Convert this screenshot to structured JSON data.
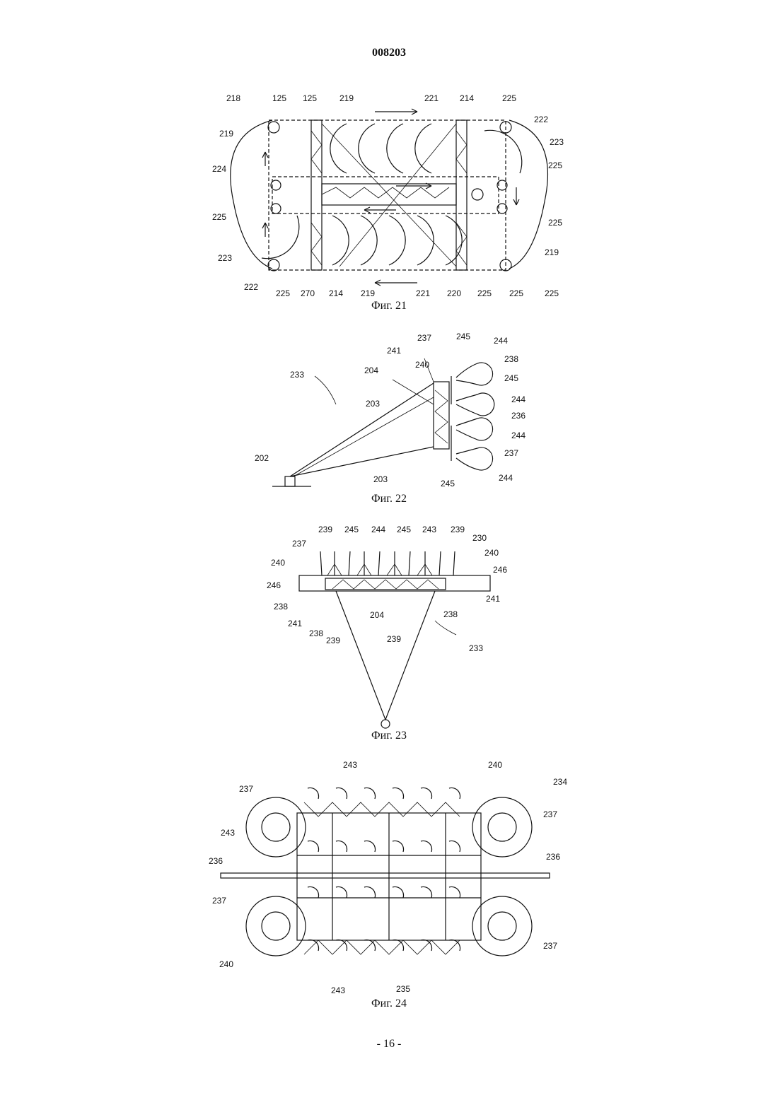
{
  "header": {
    "doc_number": "008203"
  },
  "figures": [
    {
      "caption": "Фиг. 21",
      "labels": [
        "218",
        "125",
        "125",
        "219",
        "221",
        "214",
        "225",
        "219",
        "222",
        "223",
        "224",
        "225",
        "225",
        "225",
        "223",
        "225",
        "219",
        "222",
        "225",
        "270",
        "214",
        "219",
        "221",
        "220",
        "225",
        "225"
      ]
    },
    {
      "caption": "Фиг. 22",
      "labels": [
        "233",
        "237",
        "245",
        "244",
        "241",
        "240",
        "238",
        "204",
        "245",
        "244",
        "203",
        "236",
        "244",
        "202",
        "203",
        "237",
        "245",
        "244"
      ]
    },
    {
      "caption": "Фиг. 23",
      "labels": [
        "239",
        "245",
        "244",
        "245",
        "243",
        "239",
        "230",
        "237",
        "240",
        "240",
        "246",
        "246",
        "238",
        "241",
        "204",
        "241",
        "238",
        "238",
        "239",
        "239",
        "233"
      ]
    },
    {
      "caption": "Фиг. 24",
      "labels": [
        "243",
        "240",
        "234",
        "237",
        "237",
        "243",
        "236",
        "236",
        "237",
        "240",
        "237",
        "243",
        "235"
      ]
    }
  ],
  "footer": {
    "page_number": "- 16 -"
  }
}
